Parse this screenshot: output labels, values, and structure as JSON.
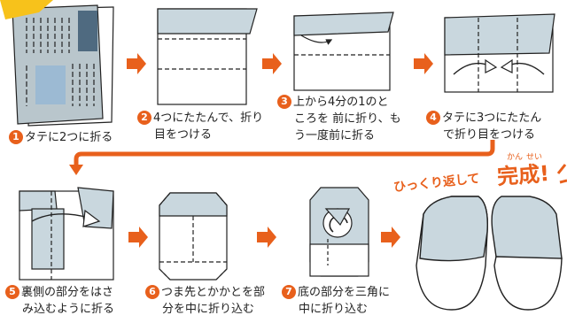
{
  "colors": {
    "accent": "#e8601c",
    "paper": "#c9d7de",
    "newsprint": "#b9c6cc",
    "line": "#222222"
  },
  "steps": [
    {
      "num": "1",
      "lines": [
        "タテに2つに折る"
      ]
    },
    {
      "num": "2",
      "lines": [
        "4つにたたんで、折り",
        "目をつける"
      ]
    },
    {
      "num": "3",
      "lines": [
        "上から4分の1のと",
        "ころを 前に折り、も",
        "う一度前に折る"
      ]
    },
    {
      "num": "4",
      "lines": [
        "タテに3つにたたん",
        "で折り目をつける"
      ]
    },
    {
      "num": "5",
      "lines": [
        "裏側の部分をはさ",
        "み込むように折る"
      ]
    },
    {
      "num": "6",
      "lines": [
        "つま先とかかとを部",
        "分を中に折り込む"
      ]
    },
    {
      "num": "7",
      "lines": [
        "底の部分を三角に",
        "中に折り込む"
      ]
    }
  ],
  "finish": {
    "lead": "ひっくり返して",
    "title": "完成!",
    "ruby1": "かん",
    "ruby2": "せい"
  },
  "icons": [
    "arrow-right-icon",
    "arrow-down-left-icon"
  ]
}
